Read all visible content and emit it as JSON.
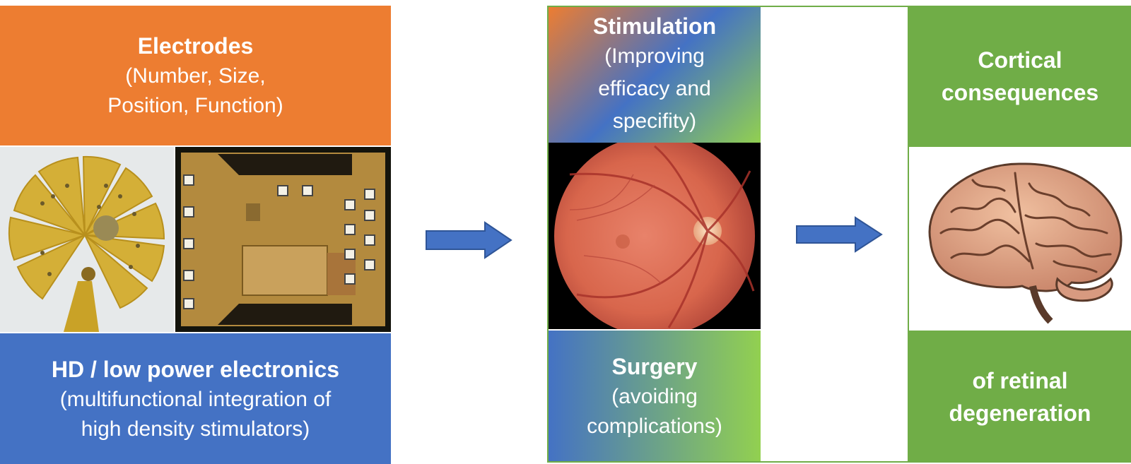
{
  "colors": {
    "orange": "#ed7d31",
    "blue": "#4472c4",
    "green": "#70ad47",
    "lime": "#92d050",
    "arrow": "#4472c4"
  },
  "electrodes": {
    "title": "Electrodes",
    "line1": "(Number, Size,",
    "line2": "Position, Function)"
  },
  "electronics": {
    "title": "HD / low power electronics",
    "line1": "(multifunctional integration of",
    "line2": "high density stimulators)"
  },
  "stimulation": {
    "title": "Stimulation",
    "line1": "(Improving",
    "line2": "efficacy and",
    "line3": "specifity)"
  },
  "surgery": {
    "title": "Surgery",
    "line1": "(avoiding",
    "line2": "complications)"
  },
  "cortical": {
    "line1": "Cortical",
    "line2": "consequences"
  },
  "degeneration": {
    "line1": "of retinal",
    "line2": "degeneration"
  },
  "images": {
    "electrode_array": "flexible-electrode-array-photo",
    "chip": "stimulator-chip-micrograph",
    "fundus": "retina-fundus-photo",
    "brain": "brain-illustration"
  }
}
